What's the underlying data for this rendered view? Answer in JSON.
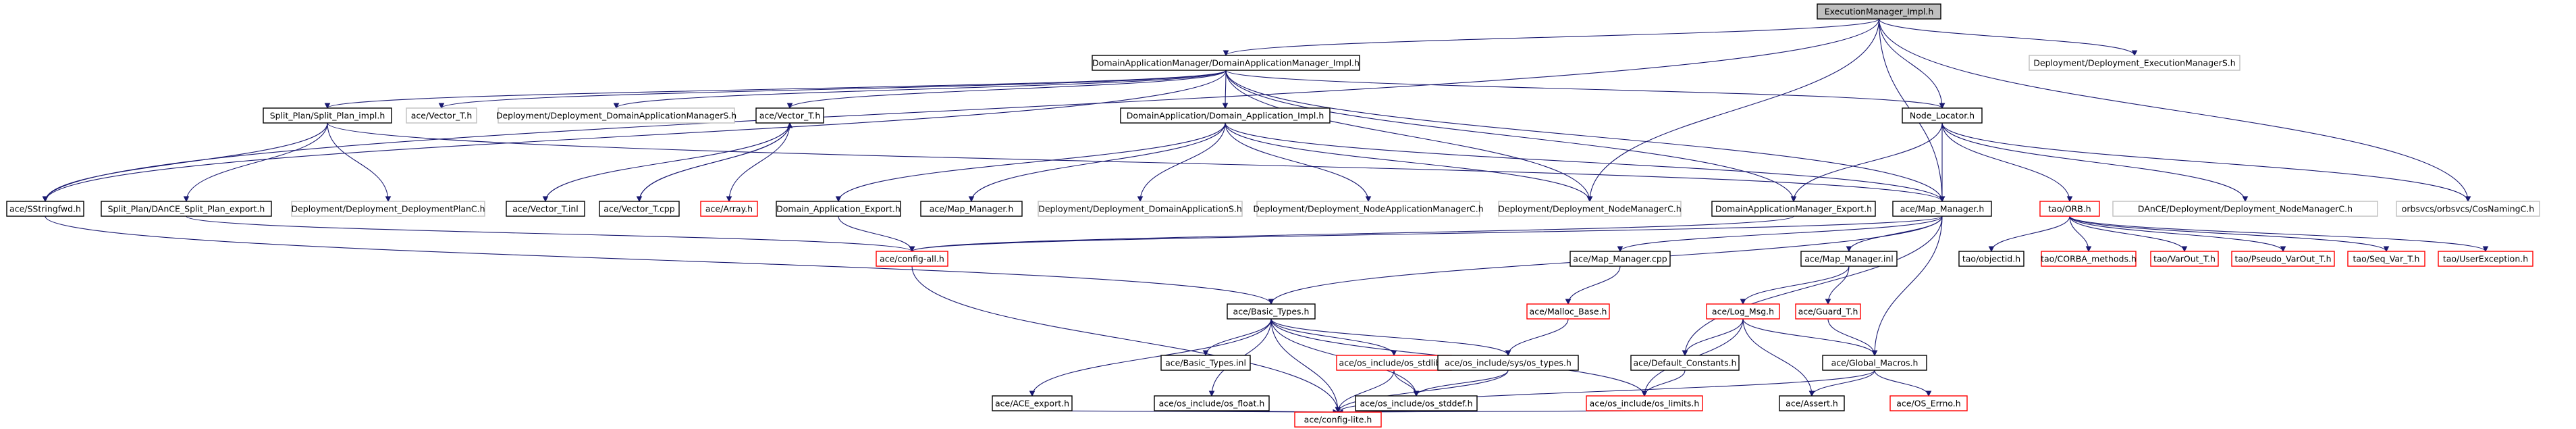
{
  "diagram": {
    "colors": {
      "background": "#ffffff",
      "edge": "#191970",
      "root_fill": "#bfbfbf",
      "border_dark": "#000000",
      "border_red": "#ff0000",
      "border_grey": "#bfbfbf"
    },
    "nodes": [
      {
        "id": "execmgr",
        "label": "ExecutionManager_Impl.h",
        "border": "dark",
        "root": true
      },
      {
        "id": "dam_impl",
        "label": "DomainApplicationManager/DomainApplicationManager_Impl.h",
        "border": "dark"
      },
      {
        "id": "exec_s",
        "label": "Deployment/Deployment_ExecutionManagerS.h",
        "border": "grey"
      },
      {
        "id": "split_impl",
        "label": "Split_Plan/Split_Plan_impl.h",
        "border": "dark"
      },
      {
        "id": "vector_t",
        "label": "ace/Vector_T.h",
        "border": "grey"
      },
      {
        "id": "dam_s",
        "label": "Deployment/Deployment_DomainApplicationManagerS.h",
        "border": "grey"
      },
      {
        "id": "vector_th",
        "label": "ace/Vector_T.h",
        "border": "dark"
      },
      {
        "id": "da_impl",
        "label": "DomainApplication/Domain_Application_Impl.h",
        "border": "dark"
      },
      {
        "id": "node_locator",
        "label": "Node_Locator.h",
        "border": "dark"
      },
      {
        "id": "naming",
        "label": "orbsvcs/orbsvcs/CosNamingC.h",
        "border": "grey"
      },
      {
        "id": "sstringfwd",
        "label": "ace/SStringfwd.h",
        "border": "dark"
      },
      {
        "id": "split_export",
        "label": "Split_Plan/DAnCE_Split_Plan_export.h",
        "border": "dark"
      },
      {
        "id": "plan_c",
        "label": "Deployment/Deployment_DeploymentPlanC.h",
        "border": "grey"
      },
      {
        "id": "vector_inl",
        "label": "ace/Vector_T.inl",
        "border": "dark"
      },
      {
        "id": "vector_cpp",
        "label": "ace/Vector_T.cpp",
        "border": "dark"
      },
      {
        "id": "array",
        "label": "ace/Array.h",
        "border": "red"
      },
      {
        "id": "da_export",
        "label": "Domain_Application_Export.h",
        "border": "dark"
      },
      {
        "id": "map_mgr",
        "label": "ace/Map_Manager.h",
        "border": "dark"
      },
      {
        "id": "da_s",
        "label": "Deployment/Deployment_DomainApplicationS.h",
        "border": "grey"
      },
      {
        "id": "nam_c",
        "label": "Deployment/Deployment_NodeApplicationManagerC.h",
        "border": "grey"
      },
      {
        "id": "nm_c",
        "label": "Deployment/Deployment_NodeManagerC.h",
        "border": "grey"
      },
      {
        "id": "dam_export",
        "label": "DomainApplicationManager_Export.h",
        "border": "dark"
      },
      {
        "id": "map_mgr2",
        "label": "ace/Map_Manager.h",
        "border": "dark"
      },
      {
        "id": "orb",
        "label": "tao/ORB.h",
        "border": "red"
      },
      {
        "id": "dance_nm",
        "label": "DAnCE/Deployment/Deployment_NodeManagerC.h",
        "border": "grey"
      },
      {
        "id": "config_all",
        "label": "ace/config-all.h",
        "border": "red"
      },
      {
        "id": "map_cpp",
        "label": "ace/Map_Manager.cpp",
        "border": "dark"
      },
      {
        "id": "map_inl",
        "label": "ace/Map_Manager.inl",
        "border": "dark"
      },
      {
        "id": "objectid",
        "label": "tao/objectid.h",
        "border": "dark"
      },
      {
        "id": "corba_methods",
        "label": "tao/CORBA_methods.h",
        "border": "red"
      },
      {
        "id": "varout",
        "label": "tao/VarOut_T.h",
        "border": "red"
      },
      {
        "id": "pseudo_varout",
        "label": "tao/Pseudo_VarOut_T.h",
        "border": "red"
      },
      {
        "id": "seq_var",
        "label": "tao/Seq_Var_T.h",
        "border": "red"
      },
      {
        "id": "user_exc",
        "label": "tao/UserException.h",
        "border": "red"
      },
      {
        "id": "basic_types",
        "label": "ace/Basic_Types.h",
        "border": "dark"
      },
      {
        "id": "malloc_base",
        "label": "ace/Malloc_Base.h",
        "border": "red"
      },
      {
        "id": "log_msg",
        "label": "ace/Log_Msg.h",
        "border": "red"
      },
      {
        "id": "guard",
        "label": "ace/Guard_T.h",
        "border": "red"
      },
      {
        "id": "basic_inl",
        "label": "ace/Basic_Types.inl",
        "border": "dark"
      },
      {
        "id": "os_stdlib",
        "label": "ace/os_include/os_stdlib.h",
        "border": "red"
      },
      {
        "id": "os_types",
        "label": "ace/os_include/sys/os_types.h",
        "border": "dark"
      },
      {
        "id": "default_const",
        "label": "ace/Default_Constants.h",
        "border": "dark"
      },
      {
        "id": "global_macros",
        "label": "ace/Global_Macros.h",
        "border": "dark"
      },
      {
        "id": "ace_export",
        "label": "ace/ACE_export.h",
        "border": "dark"
      },
      {
        "id": "os_float",
        "label": "ace/os_include/os_float.h",
        "border": "dark"
      },
      {
        "id": "os_stddef",
        "label": "ace/os_include/os_stddef.h",
        "border": "dark"
      },
      {
        "id": "os_limits",
        "label": "ace/os_include/os_limits.h",
        "border": "red"
      },
      {
        "id": "ace_assert",
        "label": "ace/Assert.h",
        "border": "dark"
      },
      {
        "id": "os_errno",
        "label": "ace/OS_Errno.h",
        "border": "red"
      },
      {
        "id": "config_lite",
        "label": "ace/config-lite.h",
        "border": "red"
      }
    ],
    "edges": [
      [
        "execmgr",
        "dam_impl"
      ],
      [
        "execmgr",
        "exec_s"
      ],
      [
        "execmgr",
        "node_locator"
      ],
      [
        "execmgr",
        "naming"
      ],
      [
        "execmgr",
        "sstringfwd"
      ],
      [
        "execmgr",
        "nm_c"
      ],
      [
        "execmgr",
        "map_mgr2"
      ],
      [
        "dam_impl",
        "split_impl"
      ],
      [
        "dam_impl",
        "vector_t"
      ],
      [
        "dam_impl",
        "dam_s"
      ],
      [
        "dam_impl",
        "vector_th"
      ],
      [
        "dam_impl",
        "da_impl"
      ],
      [
        "dam_impl",
        "node_locator"
      ],
      [
        "dam_impl",
        "sstringfwd"
      ],
      [
        "dam_impl",
        "nm_c"
      ],
      [
        "dam_impl",
        "map_mgr2"
      ],
      [
        "dam_impl",
        "dam_export"
      ],
      [
        "split_impl",
        "sstringfwd"
      ],
      [
        "split_impl",
        "split_export"
      ],
      [
        "split_impl",
        "plan_c"
      ],
      [
        "split_impl",
        "map_mgr2"
      ],
      [
        "vector_th",
        "vector_inl"
      ],
      [
        "vector_th",
        "vector_cpp"
      ],
      [
        "vector_th",
        "array"
      ],
      [
        "vector_cpp",
        "vector_th"
      ],
      [
        "da_impl",
        "da_export"
      ],
      [
        "da_impl",
        "map_mgr"
      ],
      [
        "da_impl",
        "da_s"
      ],
      [
        "da_impl",
        "nam_c"
      ],
      [
        "da_impl",
        "nm_c"
      ],
      [
        "da_impl",
        "map_mgr2"
      ],
      [
        "node_locator",
        "dam_export"
      ],
      [
        "node_locator",
        "map_mgr2"
      ],
      [
        "node_locator",
        "orb"
      ],
      [
        "node_locator",
        "dance_nm"
      ],
      [
        "node_locator",
        "naming"
      ],
      [
        "orb",
        "objectid"
      ],
      [
        "orb",
        "corba_methods"
      ],
      [
        "orb",
        "varout"
      ],
      [
        "orb",
        "pseudo_varout"
      ],
      [
        "orb",
        "seq_var"
      ],
      [
        "orb",
        "user_exc"
      ],
      [
        "split_export",
        "config_all"
      ],
      [
        "da_export",
        "config_all"
      ],
      [
        "dam_export",
        "config_all"
      ],
      [
        "sstringfwd",
        "basic_types"
      ],
      [
        "config_all",
        "config_lite"
      ],
      [
        "map_mgr2",
        "map_cpp"
      ],
      [
        "map_mgr2",
        "map_inl"
      ],
      [
        "map_mgr2",
        "basic_types"
      ],
      [
        "map_mgr2",
        "global_macros"
      ],
      [
        "map_mgr2",
        "default_const"
      ],
      [
        "map_mgr2",
        "config_all"
      ],
      [
        "map_cpp",
        "malloc_base"
      ],
      [
        "malloc_base",
        "os_types"
      ],
      [
        "map_inl",
        "log_msg"
      ],
      [
        "map_inl",
        "guard"
      ],
      [
        "log_msg",
        "default_const"
      ],
      [
        "log_msg",
        "global_macros"
      ],
      [
        "log_msg",
        "ace_assert"
      ],
      [
        "log_msg",
        "os_limits"
      ],
      [
        "guard",
        "global_macros"
      ],
      [
        "global_macros",
        "ace_assert"
      ],
      [
        "global_macros",
        "os_errno"
      ],
      [
        "global_macros",
        "config_lite"
      ],
      [
        "default_const",
        "os_limits"
      ],
      [
        "basic_types",
        "ace_export"
      ],
      [
        "basic_types",
        "basic_inl"
      ],
      [
        "basic_types",
        "os_stdlib"
      ],
      [
        "basic_types",
        "os_types"
      ],
      [
        "basic_types",
        "os_float"
      ],
      [
        "basic_types",
        "os_stddef"
      ],
      [
        "basic_types",
        "os_limits"
      ],
      [
        "basic_types",
        "config_lite"
      ],
      [
        "os_stdlib",
        "os_stddef"
      ],
      [
        "os_stdlib",
        "config_lite"
      ],
      [
        "os_types",
        "os_stddef"
      ],
      [
        "os_types",
        "config_lite"
      ],
      [
        "ace_export",
        "config_lite"
      ],
      [
        "os_float",
        "config_lite"
      ],
      [
        "os_stddef",
        "config_lite"
      ],
      [
        "os_limits",
        "config_lite"
      ]
    ]
  }
}
